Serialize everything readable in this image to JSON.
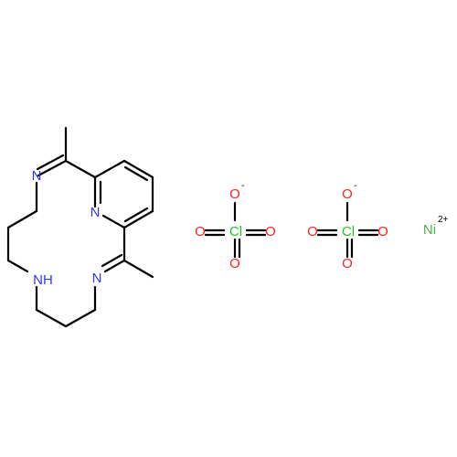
{
  "diagram": {
    "atoms": {
      "n_imine_top": {
        "text": "N",
        "color": "#3333ff"
      },
      "n_pyridine": {
        "text": "N",
        "color": "#3333ff"
      },
      "nh_amine": {
        "text": "NH",
        "color": "#3333ff"
      },
      "n_imine_bottom": {
        "text": "N",
        "color": "#3333ff"
      }
    },
    "perchlorate_1": {
      "cl": {
        "text": "Cl",
        "color": "#1fc41f"
      },
      "o_top": {
        "text": "O",
        "color": "#ff2222"
      },
      "o_top_charge": "-",
      "o_left": {
        "text": "O",
        "color": "#ff2222"
      },
      "o_right": {
        "text": "O",
        "color": "#ff2222"
      },
      "o_bottom": {
        "text": "O",
        "color": "#ff2222"
      }
    },
    "perchlorate_2": {
      "cl": {
        "text": "Cl",
        "color": "#1fc41f"
      },
      "o_top": {
        "text": "O",
        "color": "#ff2222"
      },
      "o_top_charge": "-",
      "o_left": {
        "text": "O",
        "color": "#ff2222"
      },
      "o_right": {
        "text": "O",
        "color": "#ff2222"
      },
      "o_bottom": {
        "text": "O",
        "color": "#ff2222"
      }
    },
    "nickel": {
      "text": "Ni",
      "charge": "2+",
      "color": "#4caf50"
    }
  }
}
